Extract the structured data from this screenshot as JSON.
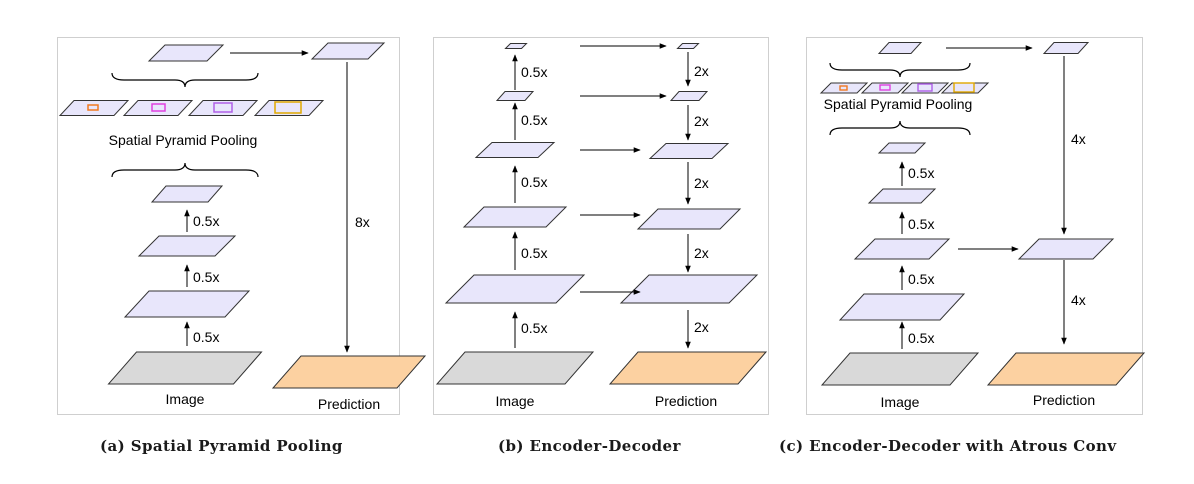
{
  "labels": {
    "half": "0.5x",
    "double": "2x",
    "quadruple": "4x",
    "octuple": "8x",
    "image": "Image",
    "prediction": "Prediction",
    "spp": "Spatial Pyramid Pooling"
  },
  "captions": {
    "a": "(a) Spatial Pyramid Pooling",
    "b": "(b) Encoder-Decoder",
    "c": "(c) Encoder-Decoder with Atrous Conv"
  },
  "colors": {
    "feature": "#e8e6fb",
    "image": "#d9d9d9",
    "prediction": "#fcd1a1",
    "stroke": "#333333",
    "pool_orange": "#f07820",
    "pool_magenta": "#e040e0",
    "pool_violet": "#b060e8",
    "pool_gold": "#e0a800"
  }
}
